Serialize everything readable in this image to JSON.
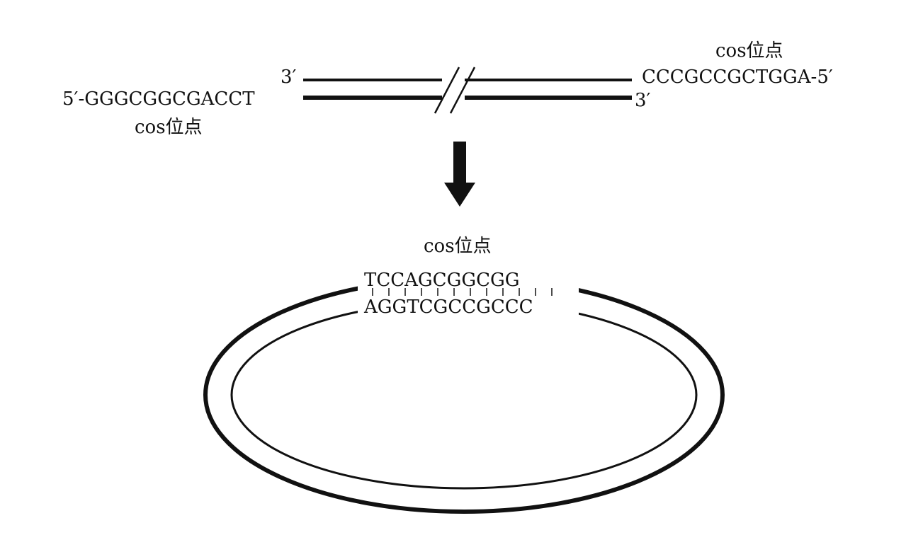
{
  "linear_dna": {
    "top_right_label": "cos位点",
    "top_strand_left_end": "3′",
    "top_strand_right_seq": "CCCGCCGCTGGA-5′",
    "bottom_strand_left_seq": "5′-GGGCGGCGACCT",
    "bottom_strand_right_end": "3′",
    "bottom_left_label": "cos位点"
  },
  "circular_dna": {
    "label": "cos位点",
    "top_seq": "TCCAGCGGCGG",
    "bottom_seq": "AGGTCGCCGCCC"
  },
  "colors": {
    "ink": "#111111",
    "background": "#ffffff"
  }
}
